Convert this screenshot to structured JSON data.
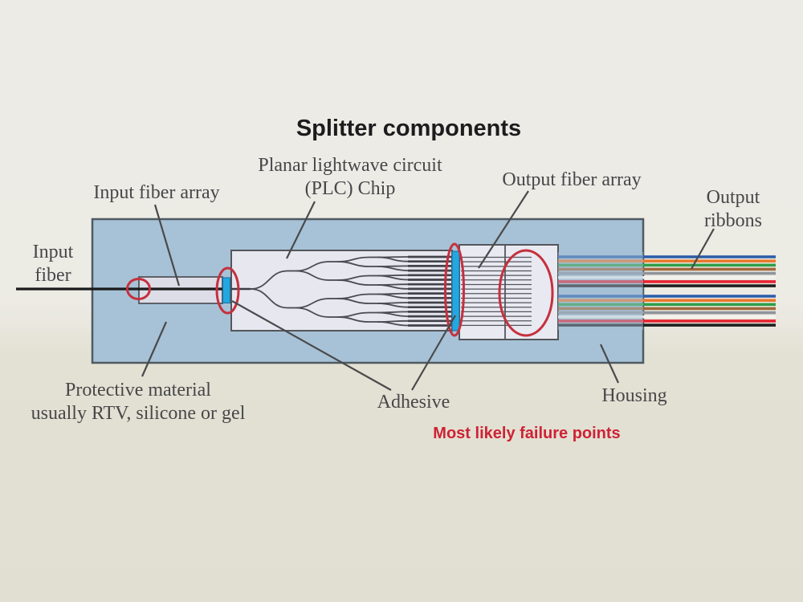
{
  "title": "Splitter components",
  "labels": {
    "plc_chip_line1": "Planar lightwave circuit",
    "plc_chip_line2": "(PLC) Chip",
    "input_fiber_array": "Input fiber array",
    "output_fiber_array": "Output fiber array",
    "output_ribbons_line1": "Output",
    "output_ribbons_line2": "ribbons",
    "input_fiber_line1": "Input",
    "input_fiber_line2": "fiber",
    "protective_line1": "Protective material",
    "protective_line2": "usually RTV, silicone or gel",
    "adhesive": "Adhesive",
    "housing": "Housing",
    "failure_note": "Most likely failure points"
  },
  "colors": {
    "housing_fill": "#a7c2d6",
    "housing_stroke": "#4e5a63",
    "chip_fill": "#e7e7ef",
    "input_array_fill": "#dddde7",
    "output_array_fill": "#e9e9f1",
    "component_stroke": "#54555d",
    "waveguide_gray": "#4b4b53",
    "adhesive_blue": "#24a7e0",
    "adhesive_blue_edge": "#1a6e9e",
    "failure_red": "#c5303e",
    "failure_text_red": "#ce2236",
    "input_fiber_black": "#1a1a1a",
    "label_gray": "#47474a",
    "ribbon_fiber_colors": [
      "#2a5ca8",
      "#e87a2e",
      "#2f9e49",
      "#a2683a",
      "#8f9499",
      "#f4f2ec",
      "#e62330",
      "#211f20"
    ]
  },
  "diagram": {
    "output_ribbon_groups": 2,
    "fibers_per_ribbon": 8,
    "output_fiber_count": 16,
    "splitter_stages": 4
  }
}
